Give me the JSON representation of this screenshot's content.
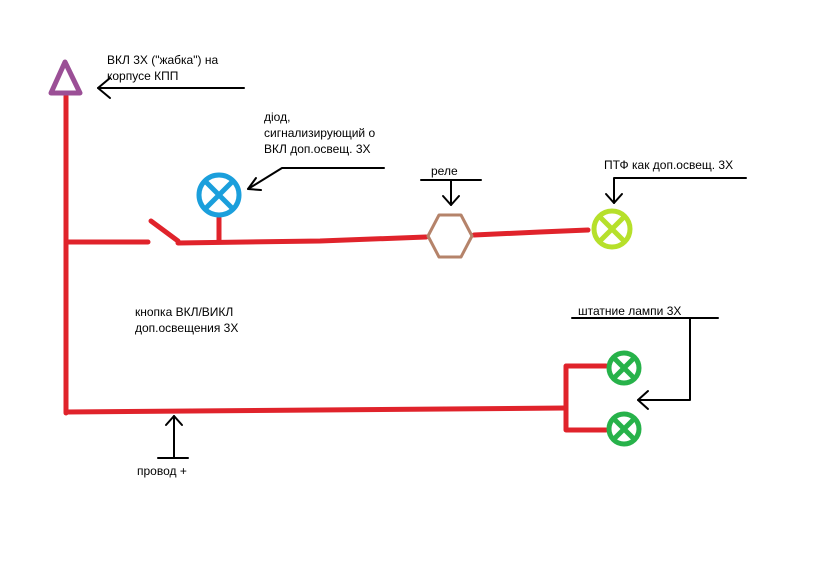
{
  "labels": {
    "triangle_switch": [
      "ВКЛ 3Х (\"жабка\") на",
      "корпусе КПП"
    ],
    "diode": [
      "діод,",
      "сигнализирующий о",
      "ВКЛ доп.освещ. 3Х"
    ],
    "relay": "реле",
    "fog_lamp": "ПТФ как доп.освещ. 3Х",
    "button": [
      "кнопка ВКЛ/ВИКЛ",
      "доп.освещения 3Х"
    ],
    "stock_lamps": "штатние лампи 3Х",
    "wire_plus": "провод +"
  },
  "colors": {
    "wire": "#e0232b",
    "triangle": "#9b4f96",
    "diode_lamp": "#1b9fdc",
    "relay": "#b5836a",
    "fog_lamp": "#b6e02b",
    "stock_lamps": "#27b24a",
    "arrows": "#000000"
  },
  "icons": {
    "triangle_switch": "triangle-icon",
    "diode": "indicator-lamp-icon",
    "relay": "hexagon-relay-icon",
    "fog_lamp": "lamp-icon",
    "stock_lamp": "lamp-icon"
  }
}
